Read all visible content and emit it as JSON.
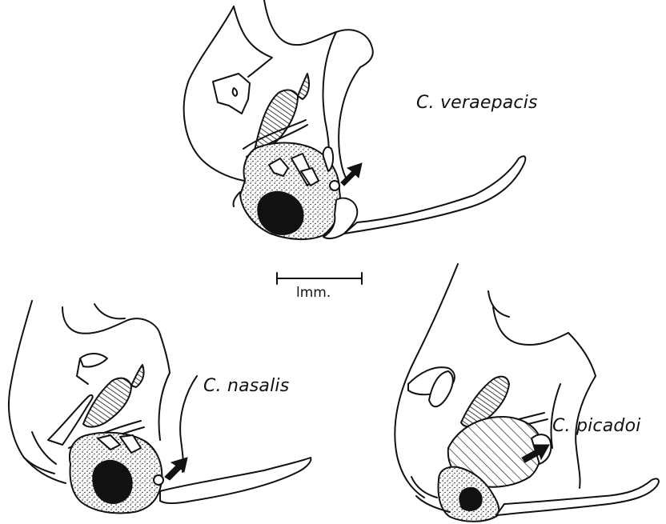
{
  "labels": {
    "top_species": "C. veraepacis",
    "left_species": "C. nasalis",
    "right_species": "C. picadoi",
    "scale": "lmm."
  },
  "icons": {
    "arrow": "black-arrow-icon",
    "scale_bar": "scale-bar-icon"
  },
  "colors": {
    "ink": "#111111",
    "background": "#ffffff"
  }
}
